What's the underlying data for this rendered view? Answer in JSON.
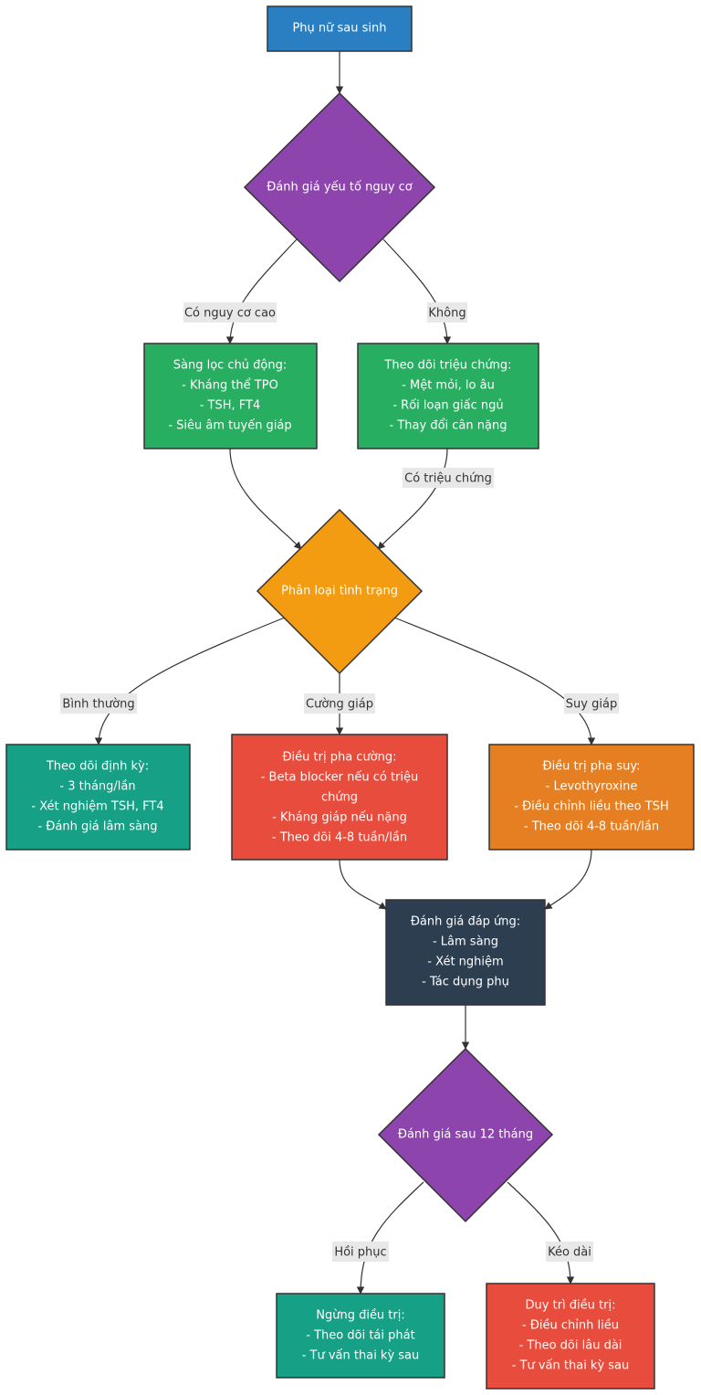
{
  "colors": {
    "blue": "#2a7fc2",
    "purple": "#8e44ad",
    "green": "#27ae60",
    "orange": "#f39c12",
    "teal": "#16a085",
    "red": "#e74c3c",
    "dark_orange": "#e67e22",
    "navy": "#2c3e50",
    "border": "#333333"
  },
  "nodes": {
    "start": {
      "lines": [
        "Phụ nữ sau sinh"
      ]
    },
    "risk_assessment": {
      "lines": [
        "Đánh giá yếu tố nguy cơ"
      ]
    },
    "active_screening": {
      "lines": [
        "Sàng lọc chủ động:",
        "- Kháng thể TPO",
        "- TSH, FT4",
        "- Siêu âm tuyến giáp"
      ]
    },
    "symptom_monitoring": {
      "lines": [
        "Theo dõi triệu chứng:",
        "- Mệt mỏi, lo âu",
        "- Rối loạn giấc ngủ",
        "- Thay đổi cân nặng"
      ]
    },
    "classification": {
      "lines": [
        "Phân loại tình trạng"
      ]
    },
    "periodic_monitoring": {
      "lines": [
        "Theo dõi định kỳ:",
        "- 3 tháng/lần",
        "- Xét nghiệm TSH, FT4",
        "- Đánh giá lâm sàng"
      ]
    },
    "hyper_treatment": {
      "lines": [
        "Điều trị pha cường:",
        "- Beta blocker nếu có triệu",
        "chứng",
        "- Kháng giáp nếu nặng",
        "- Theo dõi 4-8 tuần/lần"
      ]
    },
    "hypo_treatment": {
      "lines": [
        "Điều trị pha suy:",
        "- Levothyroxine",
        "- Điều chỉnh liều theo TSH",
        "- Theo dõi 4-8 tuần/lần"
      ]
    },
    "response_assessment": {
      "lines": [
        "Đánh giá đáp ứng:",
        "- Lâm sàng",
        "- Xét nghiệm",
        "- Tác dụng phụ"
      ]
    },
    "assessment_12m": {
      "lines": [
        "Đánh giá sau 12 tháng"
      ]
    },
    "stop_treatment": {
      "lines": [
        "Ngừng điều trị:",
        "- Theo dõi tái phát",
        "- Tư vấn thai kỳ sau"
      ]
    },
    "maintain_treatment": {
      "lines": [
        "Duy trì điều trị:",
        "- Điều chỉnh liều",
        "- Theo dõi lâu dài",
        "- Tư vấn thai kỳ sau"
      ]
    }
  },
  "edge_labels": {
    "high_risk": "Có nguy cơ cao",
    "no": "Không",
    "has_symptoms": "Có triệu chứng",
    "normal": "Bình thường",
    "hyper": "Cường giáp",
    "hypo": "Suy giáp",
    "recovered": "Hồi phục",
    "prolonged": "Kéo dài"
  }
}
